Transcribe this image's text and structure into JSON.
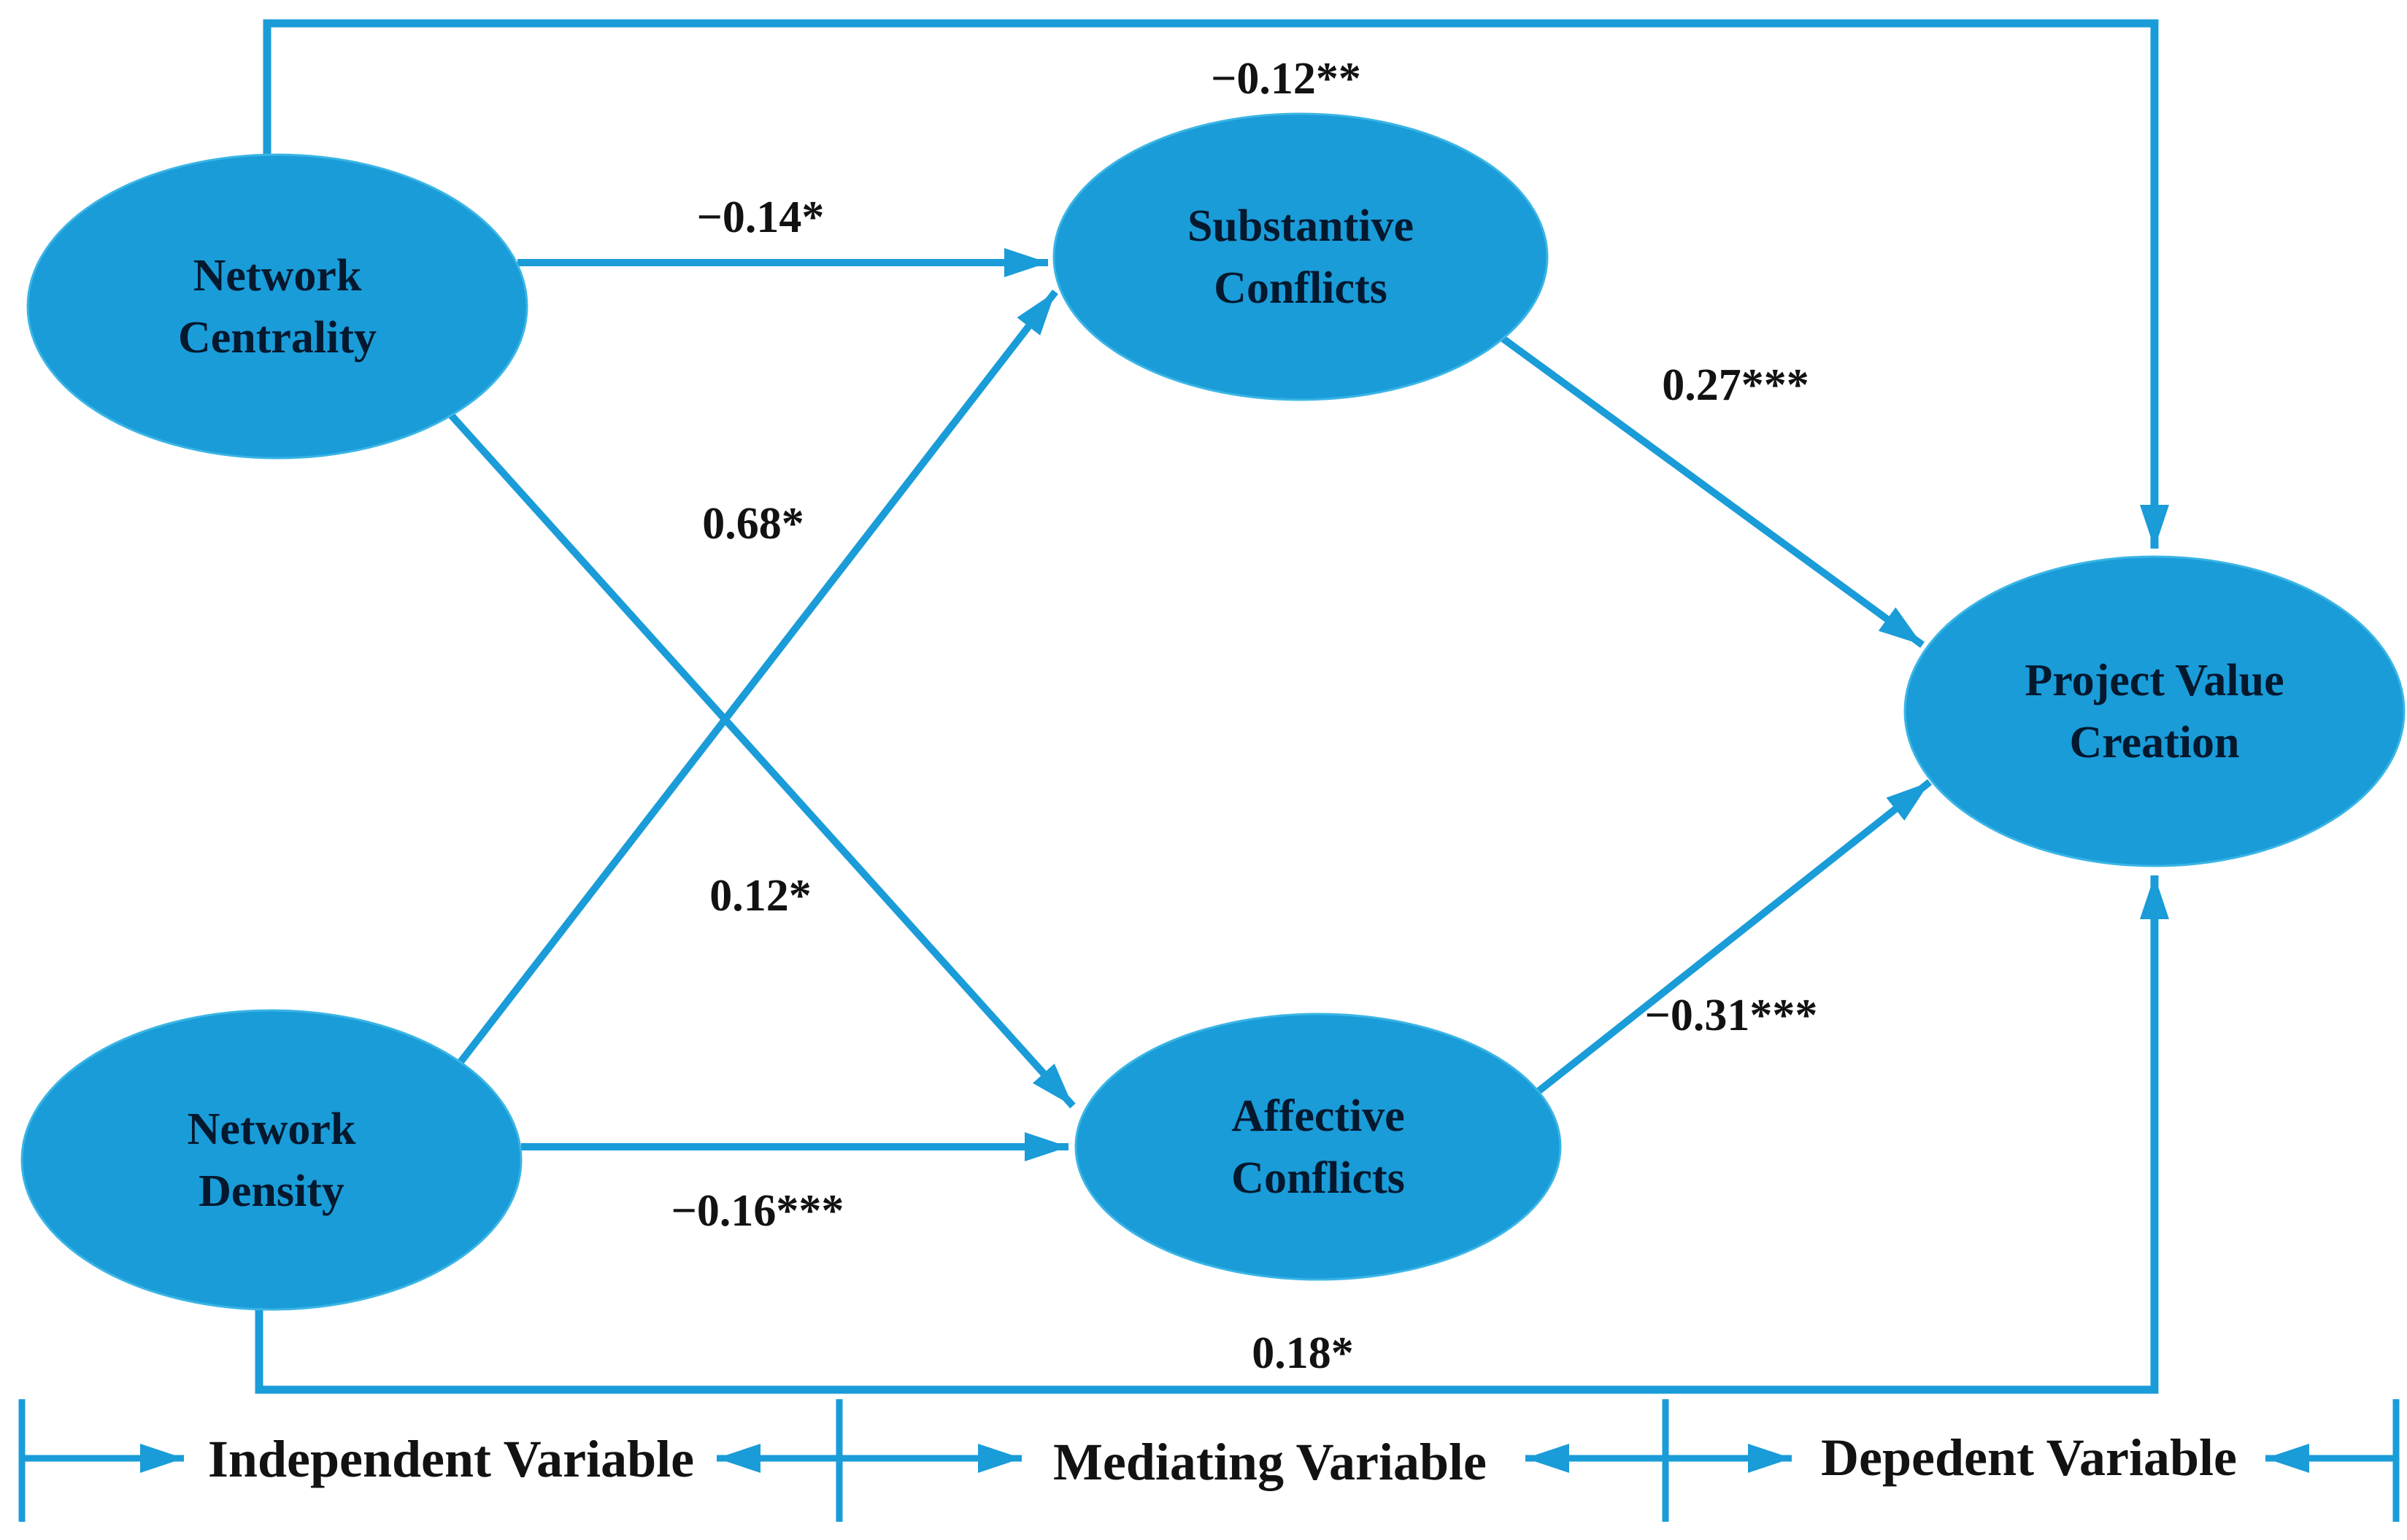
{
  "diagram": {
    "type": "structural-path-model",
    "background_color": "#ffffff",
    "accent_blue": "#1A9CD8",
    "node_text_color": "#04182E",
    "label_text_color": "#121212",
    "nodes": {
      "network_centrality": {
        "line1": "Network",
        "line2": "Centrality",
        "role": "independent"
      },
      "network_density": {
        "line1": "Network",
        "line2": "Density",
        "role": "independent"
      },
      "substantive_conflicts": {
        "line1": "Substantive",
        "line2": "Conflicts",
        "role": "mediating"
      },
      "affective_conflicts": {
        "line1": "Affective",
        "line2": "Conflicts",
        "role": "mediating"
      },
      "project_value_creation": {
        "line1": "Project Value",
        "line2": "Creation",
        "role": "dependent"
      }
    },
    "edges": {
      "nc_pvc": {
        "from": "Network Centrality",
        "to": "Project Value Creation",
        "coefficient": "−0.12**"
      },
      "nc_sc": {
        "from": "Network Centrality",
        "to": "Substantive Conflicts",
        "coefficient": "−0.14*"
      },
      "nc_ac": {
        "from": "Network Centrality",
        "to": "Affective Conflicts",
        "coefficient": "0.12*"
      },
      "nd_sc": {
        "from": "Network Density",
        "to": "Substantive Conflicts",
        "coefficient": "0.68*"
      },
      "nd_ac": {
        "from": "Network Density",
        "to": "Affective Conflicts",
        "coefficient": "−0.16***"
      },
      "nd_pvc": {
        "from": "Network Density",
        "to": "Project Value Creation",
        "coefficient": "0.18*"
      },
      "sc_pvc": {
        "from": "Substantive Conflicts",
        "to": "Project Value Creation",
        "coefficient": "0.27***"
      },
      "ac_pvc": {
        "from": "Affective Conflicts",
        "to": "Project Value Creation",
        "coefficient": "−0.31***"
      }
    },
    "legend": {
      "independent": "Independent Variable",
      "mediating": "Mediating Variable",
      "dependent": "Depedent Variable"
    }
  }
}
